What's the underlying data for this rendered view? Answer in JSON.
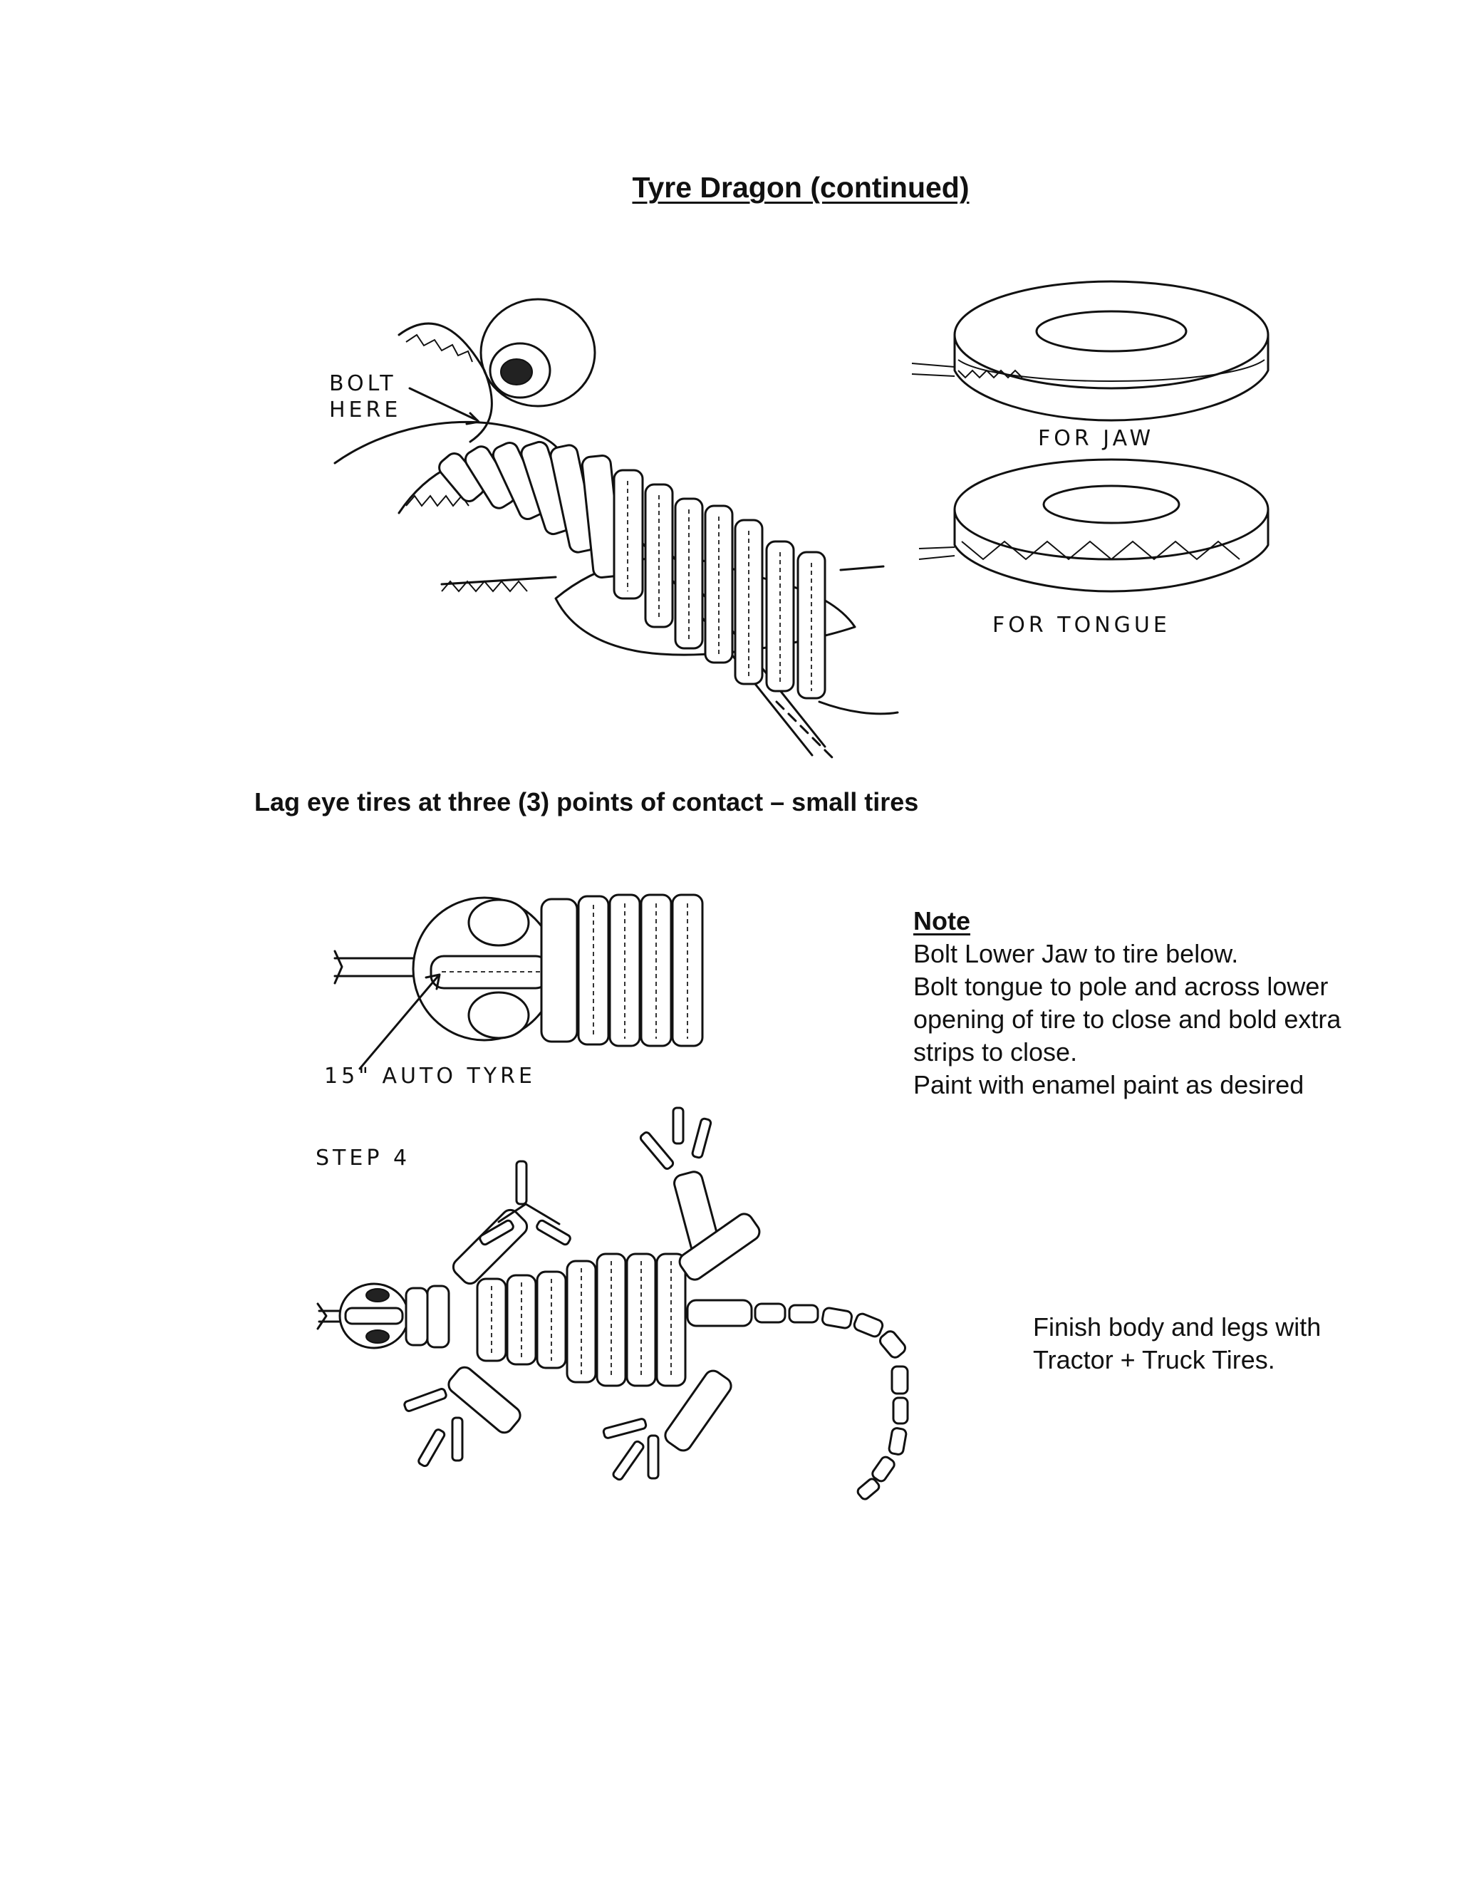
{
  "page": {
    "title": "Tyre Dragon (continued)",
    "caption": "Lag eye tires at three (3) points of contact – small tires"
  },
  "figure1": {
    "bolt_label_line1": "BOLT",
    "bolt_label_line2": "HERE"
  },
  "figure2": {
    "jaw_label": "FOR JAW",
    "tongue_label": "FOR TONGUE"
  },
  "figure3": {
    "auto_tyre_label": "15\" AUTO TYRE"
  },
  "figure4": {
    "step_label": "STEP 4"
  },
  "note": {
    "heading": "Note",
    "lines": [
      "Bolt Lower Jaw to tire below.",
      "Bolt tongue to pole and across lower",
      "opening of tire to close and bold extra",
      "strips to close.",
      "Paint with enamel paint as desired"
    ]
  },
  "finish": {
    "lines": [
      "Finish body and legs with",
      "Tractor + Truck Tires."
    ]
  }
}
